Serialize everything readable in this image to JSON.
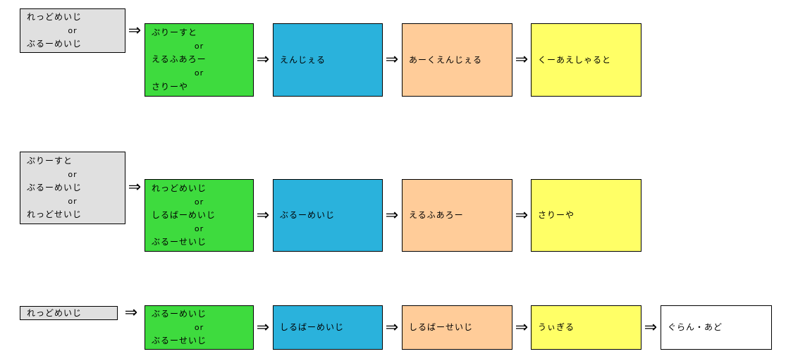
{
  "diagram": {
    "background": "#ffffff",
    "border_color": "#000000",
    "text_color": "#000000",
    "arrow_glyph": "⇒",
    "palette": {
      "gray": "#e0e0e0",
      "green": "#3edb3e",
      "blue": "#2ab2dc",
      "orange": "#ffcc99",
      "yellow": "#ffff66",
      "white": "#ffffff"
    },
    "rows": [
      {
        "nodes": [
          {
            "fill": "gray",
            "lines": [
              "れっどめいじ",
              "or",
              "ぶるーめいじ"
            ]
          },
          {
            "fill": "green",
            "lines": [
              "ぷりーすと",
              "or",
              "えるふあろー",
              "or",
              "さりーや"
            ]
          },
          {
            "fill": "blue",
            "lines": [
              "えんじぇる"
            ]
          },
          {
            "fill": "orange",
            "lines": [
              "あーくえんじぇる"
            ]
          },
          {
            "fill": "yellow",
            "lines": [
              "くーあえしゃると"
            ]
          }
        ]
      },
      {
        "nodes": [
          {
            "fill": "gray",
            "lines": [
              "ぷりーすと",
              "or",
              "ぶるーめいじ",
              "or",
              "れっどせいじ"
            ]
          },
          {
            "fill": "green",
            "lines": [
              "れっどめいじ",
              "or",
              "しるばーめいじ",
              "or",
              "ぶるーせいじ"
            ]
          },
          {
            "fill": "blue",
            "lines": [
              "ぶるーめいじ"
            ]
          },
          {
            "fill": "orange",
            "lines": [
              "えるふあろー"
            ]
          },
          {
            "fill": "yellow",
            "lines": [
              "さりーや"
            ]
          }
        ]
      },
      {
        "nodes": [
          {
            "fill": "gray",
            "lines": [
              "れっどめいじ"
            ]
          },
          {
            "fill": "green",
            "lines": [
              "ぶるーめいじ",
              "or",
              "ぶるーせいじ"
            ]
          },
          {
            "fill": "blue",
            "lines": [
              "しるばーめいじ"
            ]
          },
          {
            "fill": "orange",
            "lines": [
              "しるばーせいじ"
            ]
          },
          {
            "fill": "yellow",
            "lines": [
              "うぃぎる"
            ]
          },
          {
            "fill": "white",
            "lines": [
              "ぐらん・あど"
            ]
          }
        ]
      }
    ]
  }
}
